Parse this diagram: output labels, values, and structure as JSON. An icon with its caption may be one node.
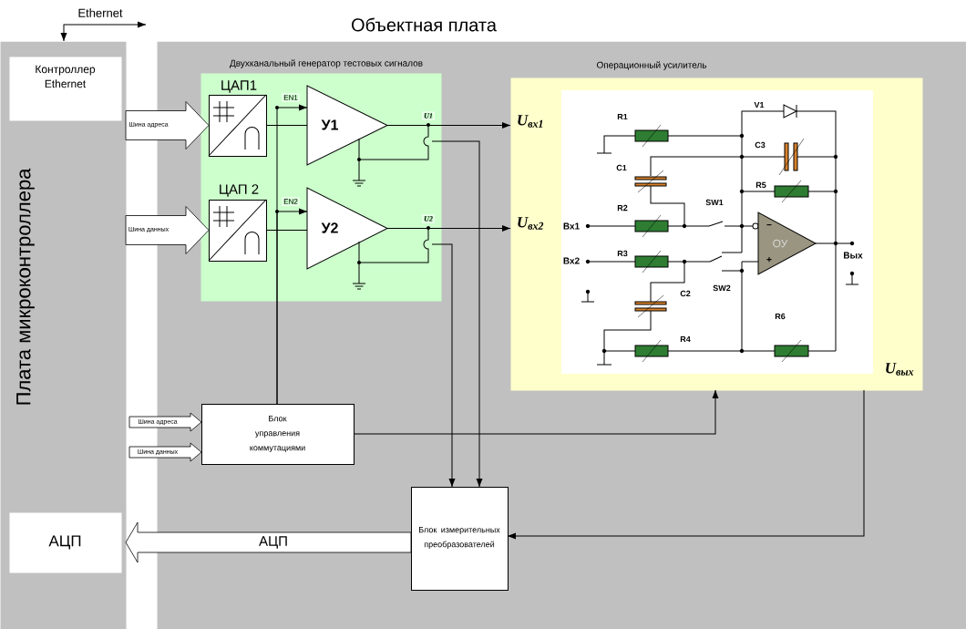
{
  "diagram": {
    "nodes": [
      {
        "text": [
          "Плата микроконтроллера"
        ]
      },
      {
        "text": [
          "Контроллер Ethernet"
        ],
        "in": 0
      },
      {
        "text": [
          "АЦП"
        ],
        "in": 0
      },
      {
        "text": [
          "Объектная плата"
        ]
      },
      {
        "text": [
          "Двухканальный генератор тестовых сигналов"
        ],
        "in": 3
      },
      {
        "text": [
          "ЦАП1"
        ],
        "in": 4
      },
      {
        "text": [
          "У1"
        ],
        "in": 4
      },
      {
        "text": [
          "ЦАП 2"
        ],
        "in": 4
      },
      {
        "text": [
          "У2"
        ],
        "in": 4
      },
      {
        "text": [
          "Операционный усилитель"
        ],
        "in": 3
      },
      {
        "text": [
          "Блок управления коммутациями"
        ],
        "in": 3
      },
      {
        "text": [
          "Блок измерительных преобразователей"
        ],
        "in": 3
      }
    ],
    "edges": [
      {
        "from": 0,
        "to": null,
        "arrow": "both",
        "label": "Ethernet"
      },
      {
        "from": 0,
        "to": 5,
        "arrow": "to",
        "label": "Шина адреса"
      },
      {
        "from": 0,
        "to": 7,
        "arrow": "to",
        "label": "Шина данных"
      },
      {
        "from": 5,
        "to": 6,
        "arrow": "none"
      },
      {
        "from": 7,
        "to": 8,
        "arrow": "none"
      },
      {
        "from": 10,
        "to": 6,
        "arrow": "to",
        "label": "EN1"
      },
      {
        "from": 10,
        "to": 8,
        "arrow": "to",
        "label": "EN2"
      },
      {
        "from": 6,
        "to": 9,
        "arrow": "to",
        "label": "U1"
      },
      {
        "from": 8,
        "to": 9,
        "arrow": "to",
        "label": "U2"
      },
      {
        "from": 6,
        "to": 11,
        "arrow": "to"
      },
      {
        "from": 8,
        "to": 11,
        "arrow": "to"
      },
      {
        "from": 10,
        "to": 9,
        "arrow": "to"
      },
      {
        "from": 9,
        "to": 11,
        "arrow": "to"
      },
      {
        "from": 11,
        "to": 2,
        "arrow": "to",
        "label": "АЦП"
      },
      {
        "from": 0,
        "to": 10,
        "arrow": "to",
        "label": "Шина адреса"
      },
      {
        "from": 0,
        "to": 10,
        "arrow": "to",
        "label": "Шина данных"
      }
    ],
    "labels": [
      "U$_{вх1}$",
      "V1",
      "R1",
      "C3",
      "C1",
      "R5",
      "R2",
      "SW1",
      "U$_{вх2}$",
      "Вх1",
      "−",
      "ОУ",
      "R3",
      "Вх2",
      "+",
      "Вых",
      "SW2",
      "C2",
      "R6",
      "R4",
      "U$_{вых}$"
    ]
  }
}
